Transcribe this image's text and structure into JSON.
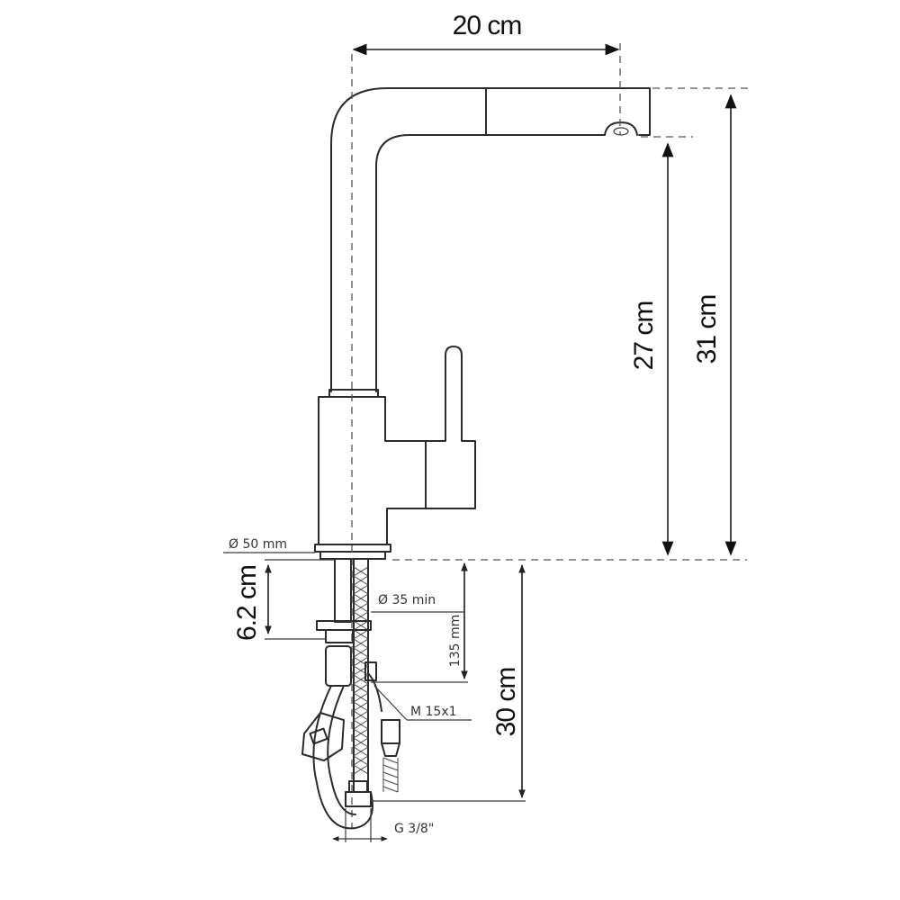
{
  "dimensions": {
    "width": "20 cm",
    "total_height": "31 cm",
    "spout_height": "27 cm",
    "base_diameter": "Ø 50 mm",
    "mounting_height": "6.2 cm",
    "hole_diameter": "Ø 35 min",
    "max_thickness": "135 mm",
    "hose_length": "30 cm",
    "thread_small": "M 15x1",
    "thread_connection": "G 3/8\""
  },
  "colors": {
    "line": "#2b2b2b",
    "background": "#ffffff"
  }
}
